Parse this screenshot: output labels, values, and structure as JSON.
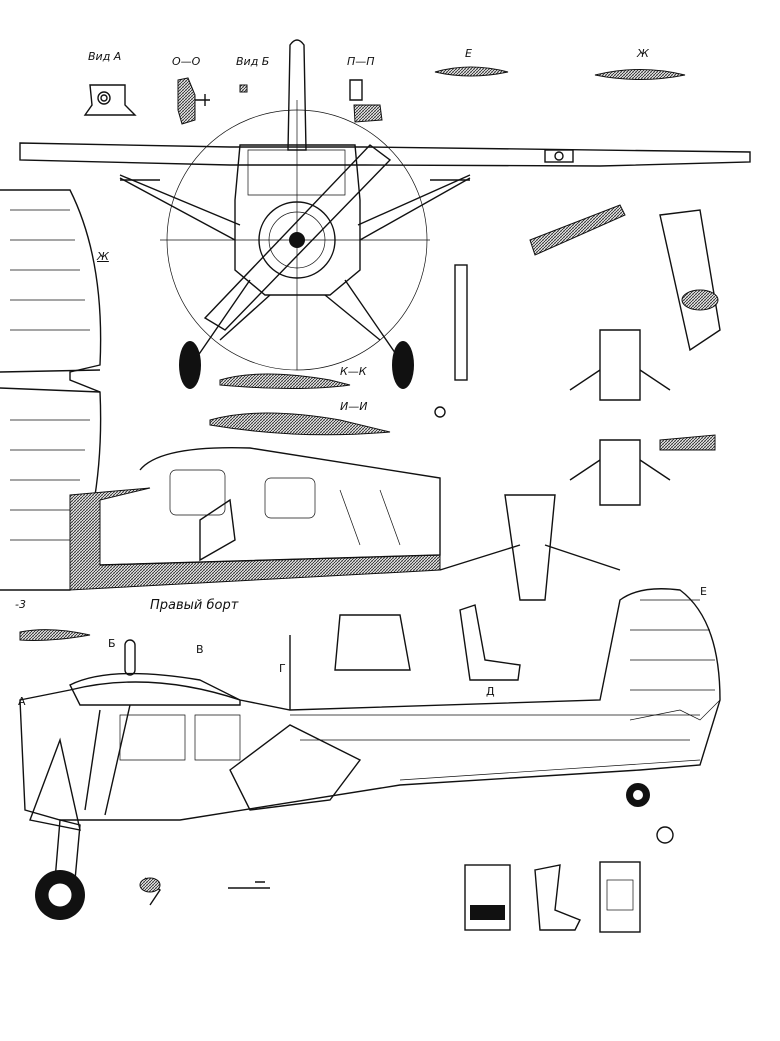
{
  "drawing": {
    "section_labels": {
      "view_a": "Вид А",
      "section_o": "О—О",
      "view_b": "Вид Б",
      "section_p": "П—П",
      "section_e": "Е",
      "section_zh": "Ж",
      "section_zh_left": "Ж",
      "section_k": "К—К",
      "section_i": "И—И",
      "section_z": "-3",
      "right_side": "Правый борт"
    },
    "side_view_markers": {
      "a": "А",
      "b": "Б",
      "v": "В",
      "g": "Г",
      "d": "Д",
      "e": "Е"
    }
  }
}
